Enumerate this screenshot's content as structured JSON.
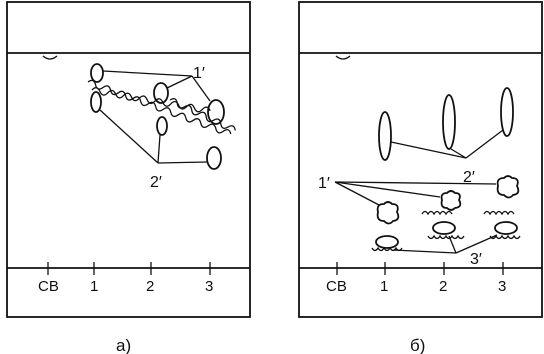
{
  "panel_a": {
    "caption": "а)",
    "line_label_1": "1′",
    "line_label_2": "2′",
    "ticks": [
      "СВ",
      "1",
      "2",
      "3"
    ]
  },
  "panel_b": {
    "caption": "б)",
    "line_label_1": "1′",
    "line_label_2": "2′",
    "line_label_3": "3′",
    "ticks": [
      "СВ",
      "1",
      "2",
      "3"
    ]
  }
}
